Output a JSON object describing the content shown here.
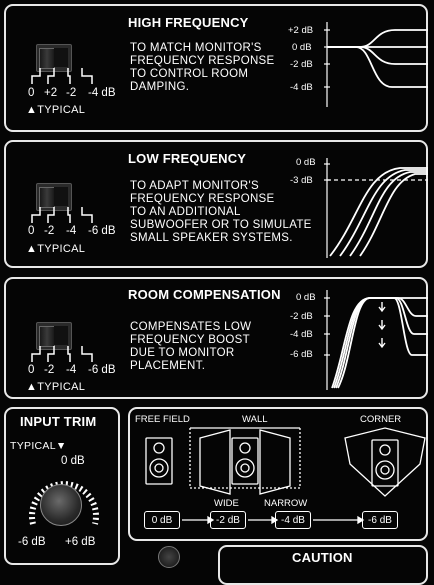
{
  "high_frequency": {
    "title": "HIGH FREQUENCY",
    "description": [
      "TO MATCH MONITOR'S",
      "FREQUENCY RESPONSE",
      "TO CONTROL ROOM",
      "DAMPING."
    ],
    "positions": [
      "0",
      "+2",
      "-2",
      "-4 dB"
    ],
    "typical": "TYPICAL",
    "graph_labels": [
      "+2 dB",
      "0 dB",
      "-2 dB",
      "-4 dB"
    ]
  },
  "low_frequency": {
    "title": "LOW FREQUENCY",
    "description": [
      "TO ADAPT MONITOR'S",
      "FREQUENCY RESPONSE",
      "TO AN ADDITIONAL",
      "SUBWOOFER OR TO SIMULATE",
      "SMALL SPEAKER SYSTEMS."
    ],
    "positions": [
      "0",
      "-2",
      "-4",
      "-6 dB"
    ],
    "typical": "TYPICAL",
    "graph_labels": [
      "0 dB",
      "-3 dB"
    ]
  },
  "room_compensation": {
    "title": "ROOM COMPENSATION",
    "description": [
      "COMPENSATES LOW",
      "FREQUENCY BOOST",
      "DUE TO MONITOR",
      "PLACEMENT."
    ],
    "positions": [
      "0",
      "-2",
      "-4",
      "-6 dB"
    ],
    "typical": "TYPICAL",
    "graph_labels": [
      "0 dB",
      "-2 dB",
      "-4 dB",
      "-6 dB"
    ]
  },
  "input_trim": {
    "title": "INPUT TRIM",
    "typical": "TYPICAL",
    "center": "0 dB",
    "min": "-6 dB",
    "max": "+6 dB"
  },
  "placement": {
    "free_field": "FREE FIELD",
    "wall": "WALL",
    "corner": "CORNER",
    "wide": "WIDE",
    "narrow": "NARROW",
    "values": [
      "0 dB",
      "-2 dB",
      "-4 dB",
      "-6 dB"
    ]
  },
  "caution": {
    "title": "CAUTION"
  }
}
